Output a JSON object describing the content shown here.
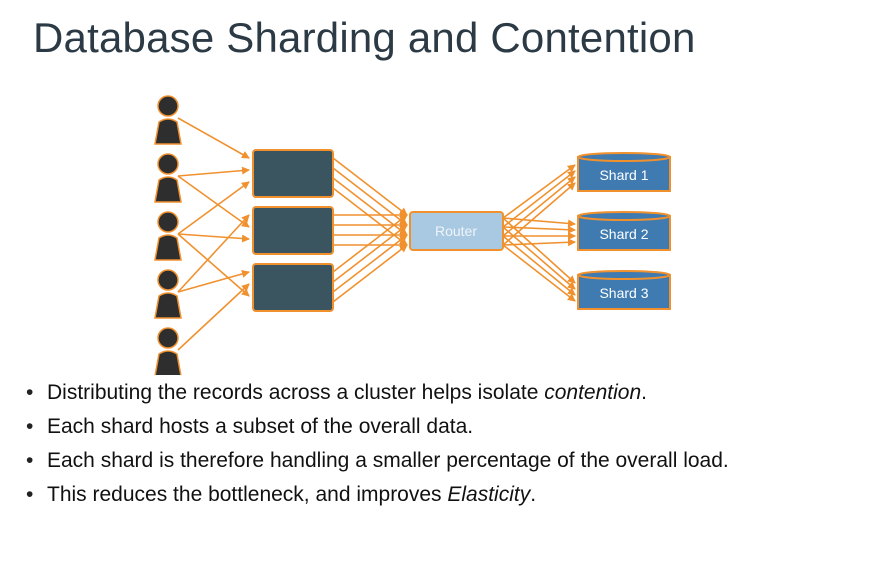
{
  "title": "Database Sharding and Contention",
  "diagram": {
    "router_label": "Router",
    "shards": [
      "Shard 1",
      "Shard 2",
      "Shard 3"
    ],
    "users_count": 5,
    "app_servers_count": 3,
    "colors": {
      "arrow": "#f0912e",
      "user": "#2e2e2e",
      "server_fill": "#3b5560",
      "router_fill": "#a9c9e2",
      "router_text": "#eef4fa",
      "shard_fill": "#3f7bb1",
      "shard_text": "#ffffff",
      "outline": "#f0912e"
    }
  },
  "bullets": [
    {
      "text": "Distributing the records across a cluster helps isolate ",
      "em": "contention",
      "tail": "."
    },
    {
      "text": "Each shard hosts a subset of the overall data.",
      "em": "",
      "tail": ""
    },
    {
      "text": "Each shard is therefore handling a smaller percentage of the overall load.",
      "em": "",
      "tail": ""
    },
    {
      "text": "This reduces the bottleneck, and improves ",
      "em": "Elasticity",
      "tail": "."
    }
  ]
}
